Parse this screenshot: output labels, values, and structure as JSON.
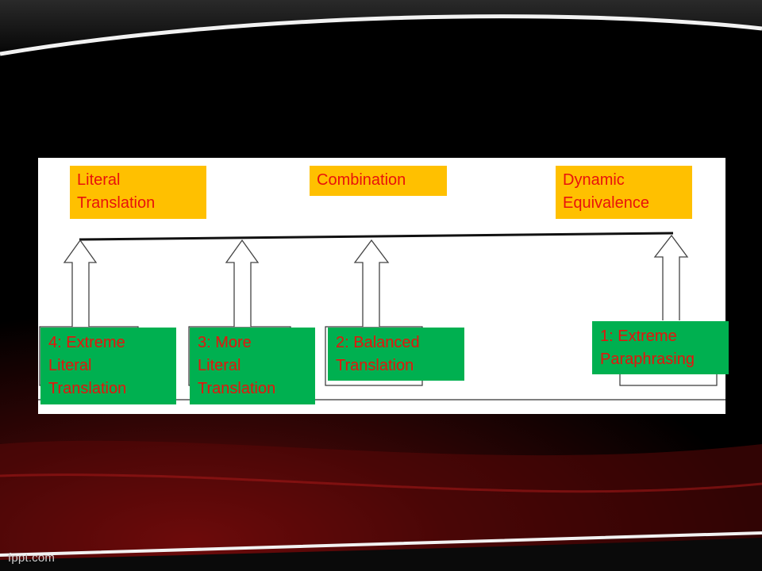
{
  "slide": {
    "top_labels": [
      {
        "id": "literal",
        "text": "Literal\nTranslation"
      },
      {
        "id": "combination",
        "text": "Combination"
      },
      {
        "id": "dynamic",
        "text": "Dynamic\nEquivalence"
      }
    ],
    "scale_items": [
      {
        "id": "4",
        "text": "4: Extreme\nLiteral\nTranslation"
      },
      {
        "id": "3",
        "text": "3: More\nLiteral\nTranslation"
      },
      {
        "id": "2",
        "text": "2: Balanced\nTranslation"
      },
      {
        "id": "1",
        "text": "1: Extreme\nParaphrasing"
      }
    ]
  },
  "footer": {
    "brand": "fppt.com"
  },
  "colors": {
    "label_bg": "#ffc000",
    "item_bg": "#00b050",
    "text": "#e8120c",
    "panel": "#ffffff"
  }
}
